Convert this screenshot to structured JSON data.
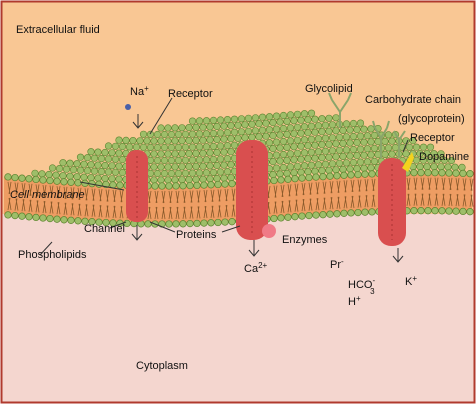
{
  "regions": {
    "extracellular": "Extracellular fluid",
    "cytoplasm": "Cytoplasm",
    "membrane": "Cell membrane"
  },
  "labels": {
    "receptor_left": "Receptor",
    "glycolipid": "Glycolipid",
    "carbohydrate_chain_1": "Carbohydrate chain",
    "carbohydrate_chain_2": "(glycoprotein)",
    "receptor_right": "Receptor",
    "dopamine": "Dopamine",
    "channel": "Channel",
    "proteins": "Proteins",
    "enzymes": "Enzymes",
    "phospholipids": "Phospholipids"
  },
  "ions": {
    "na": {
      "base": "Na",
      "sup": "+"
    },
    "ca": {
      "base": "Ca",
      "sup": "2+"
    },
    "pr": {
      "base": "Pr",
      "sup": "-"
    },
    "hco3": {
      "base": "HCO",
      "sup": "-",
      "sub": "3"
    },
    "h": {
      "base": "H",
      "sup": "+"
    },
    "k": {
      "base": "K",
      "sup": "+"
    }
  },
  "colors": {
    "extracellular": "#f9c794",
    "cytoplasm": "#f4d6cf",
    "membrane_core": "#ee9d63",
    "head_fill": "#9ebe69",
    "head_stroke": "#5d8430",
    "protein": "#d94f4f",
    "na_dot": "#4a60a8",
    "dopamine": "#f3d21e",
    "frame": "#b03a2e"
  }
}
